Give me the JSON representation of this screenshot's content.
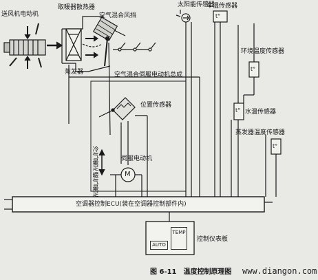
{
  "labels": {
    "fan_motor": "送风机电动机",
    "heater_core": "取暖器散热器",
    "air_mix_door": "空气混合风挡",
    "sun_sensor": "太阳能传感器",
    "cabin_temp_sensor": "车温传感器",
    "ambient_temp_sensor": "环境温度传感器",
    "evaporator": "蒸发器",
    "servo_motor_assembly": "空气混合伺服电动机总成",
    "position_sensor": "位置传感器",
    "water_temp_sensor": "水温传感器",
    "evaporator_temp_sensor": "蒸发器温度传感器",
    "coldest": "冷气最足",
    "warmest": "暖气最足",
    "servo_motor": "伺服电动机",
    "motor_symbol": "M",
    "thermistor_symbol": "t°",
    "ecu": "空调器控制ECU(装在空调器控制部件内)",
    "panel": "控制仪表板",
    "auto_button": "AUTO",
    "temp_button": "TEMP"
  },
  "caption": {
    "number": "图 6-11",
    "title": "温度控制原理图"
  },
  "watermark": "www.diangon.com",
  "colors": {
    "background": "#e9e9e6",
    "line": "#1a1a1a"
  }
}
